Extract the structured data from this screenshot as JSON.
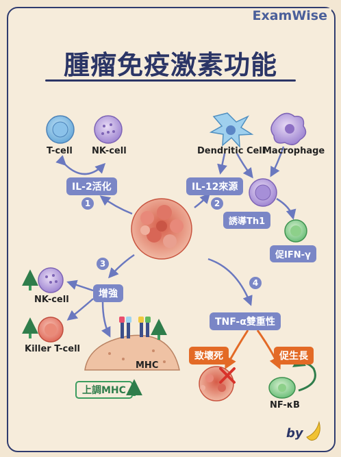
{
  "brand": "ExamWise",
  "title": "腫瘤免疫激素功能",
  "cells": {
    "tcell": "T-cell",
    "nkcell_top": "NK-cell",
    "dendritic": "Dendritic Cell",
    "macrophage": "Macrophage",
    "nkcell_left": "NK-cell",
    "killer_tcell": "Killer T-cell"
  },
  "steps": {
    "s1": {
      "num": "1",
      "label": "IL-2活化"
    },
    "s2": {
      "num": "2",
      "label": "IL-12來源"
    },
    "s3": {
      "num": "3",
      "label": "增強"
    },
    "s4": {
      "num": "4",
      "label": "TNF-α雙重性"
    }
  },
  "labels": {
    "induce_th1": "誘導Th1",
    "promote_ifn": "促IFN-γ",
    "mhc": "MHC",
    "upregulate_mhc": "上調MHC",
    "cause_death": "致壞死",
    "promote_growth": "促生長",
    "nfkb": "NF-κB"
  },
  "footer": {
    "by": "by"
  },
  "colors": {
    "frame": "#2f3b6e",
    "pill": "#7a86c6",
    "orange": "#e36a26",
    "green": "#3b9c5e",
    "tumor": "#e09080"
  }
}
